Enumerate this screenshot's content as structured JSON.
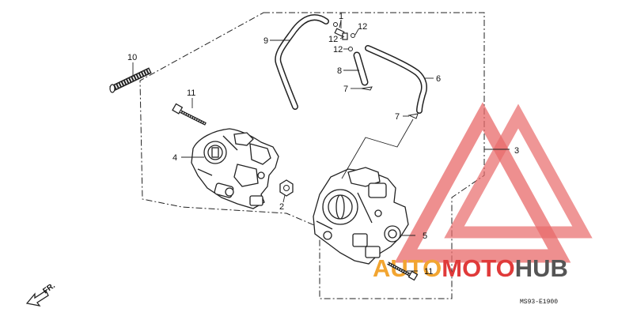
{
  "diagram": {
    "code": "MS93-E1900",
    "direction_label": "FR.",
    "callouts": {
      "c1": "1",
      "c2": "2",
      "c3": "3",
      "c4": "4",
      "c5": "5",
      "c6": "6",
      "c7a": "7",
      "c7b": "7",
      "c8": "8",
      "c9": "9",
      "c10": "10",
      "c11a": "11",
      "c11b": "11",
      "c12a": "12",
      "c12b": "12",
      "c12c": "12"
    }
  },
  "watermark": {
    "word_part1": "AUTO",
    "word_part2": "MOTO",
    "word_part3": "HUB",
    "color_red": "#e03a3a",
    "color_orange": "#f2a531",
    "color_gray": "#555555"
  }
}
